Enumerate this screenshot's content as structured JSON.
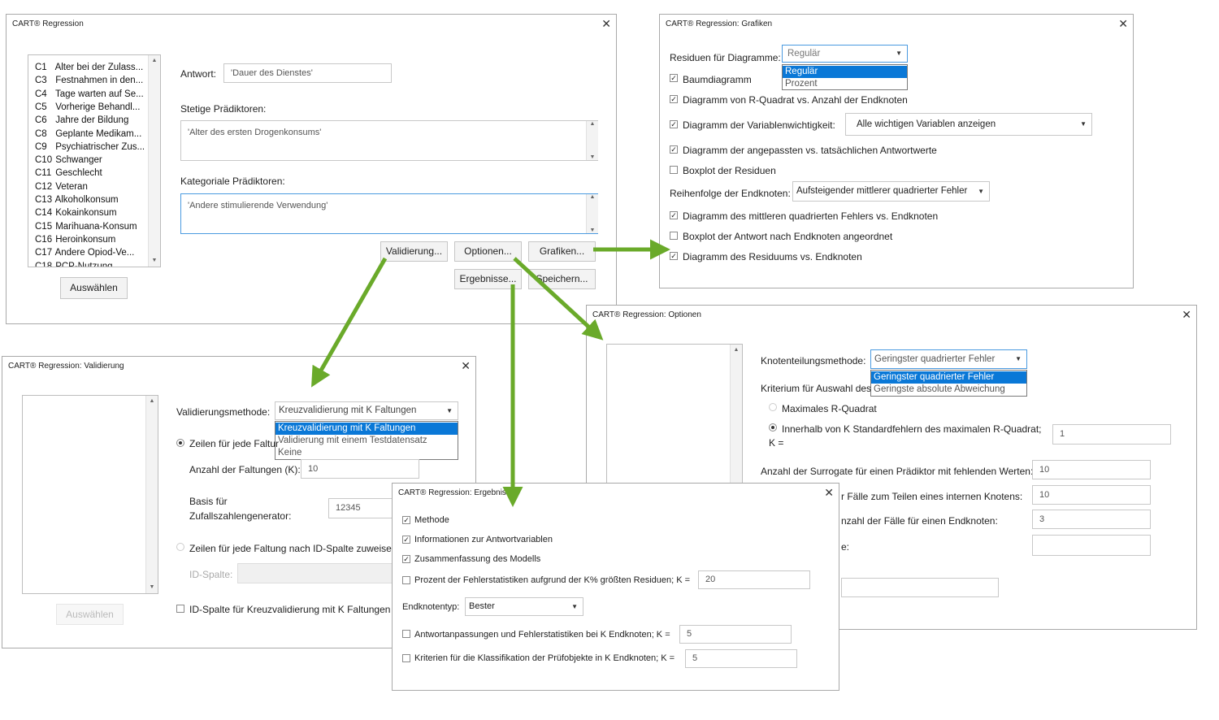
{
  "main": {
    "title": "CART® Regression",
    "variables": [
      {
        "code": "C1",
        "name": "Alter bei der Zulass..."
      },
      {
        "code": "C3",
        "name": "Festnahmen in den..."
      },
      {
        "code": "C4",
        "name": "Tage warten auf Se..."
      },
      {
        "code": "C5",
        "name": "Vorherige Behandl..."
      },
      {
        "code": "C6",
        "name": "Jahre der Bildung"
      },
      {
        "code": "C8",
        "name": "Geplante Medikam..."
      },
      {
        "code": "C9",
        "name": "Psychiatrischer Zus..."
      },
      {
        "code": "C10",
        "name": "Schwanger"
      },
      {
        "code": "C11",
        "name": "Geschlecht"
      },
      {
        "code": "C12",
        "name": "Veteran"
      },
      {
        "code": "C13",
        "name": "Alkoholkonsum"
      },
      {
        "code": "C14",
        "name": "Kokainkonsum"
      },
      {
        "code": "C15",
        "name": "Marihuana-Konsum"
      },
      {
        "code": "C16",
        "name": "Heroinkonsum"
      },
      {
        "code": "C17",
        "name": "Andere Opiod-Ve..."
      },
      {
        "code": "C18",
        "name": "PCP-Nutzung"
      }
    ],
    "select_button": "Auswählen",
    "response_label": "Antwort:",
    "response_value": "'Dauer des Dienstes'",
    "continuous_label": "Stetige Prädiktoren:",
    "continuous_value": "'Alter des ersten Drogenkonsums'",
    "categorical_label": "Kategoriale Prädiktoren:",
    "categorical_value": "'Andere stimulierende Verwendung'",
    "buttons": {
      "validation": "Validierung...",
      "options": "Optionen...",
      "graphs": "Grafiken...",
      "results": "Ergebnisse...",
      "storage": "Speichern..."
    }
  },
  "graphs": {
    "title": "CART® Regression: Grafiken",
    "residuals_label": "Residuen für Diagramme:",
    "residuals_value": "Regulär",
    "residuals_options": [
      "Regulär",
      "Prozent"
    ],
    "items": [
      {
        "label": "Baumdiagramm",
        "checked": true
      },
      {
        "label": "Diagramm von R-Quadrat vs. Anzahl der Endknoten",
        "checked": true
      },
      {
        "label": "Diagramm der Variablenwichtigkeit:",
        "checked": true
      },
      {
        "label": "Diagramm der angepassten vs. tatsächlichen Antwortwerte",
        "checked": true
      },
      {
        "label": "Boxplot der Residuen",
        "checked": false
      },
      {
        "label": "Diagramm des mittleren quadrierten Fehlers vs. Endknoten",
        "checked": true
      },
      {
        "label": "Boxplot der Antwort nach Endknoten angeordnet",
        "checked": false
      },
      {
        "label": "Diagramm des Residuums vs. Endknoten",
        "checked": true
      }
    ],
    "importance_value": "Alle wichtigen Variablen anzeigen",
    "order_label": "Reihenfolge der Endknoten:",
    "order_value": "Aufsteigender mittlerer quadrierter Fehler"
  },
  "options": {
    "title": "CART® Regression: Optionen",
    "split_label": "Knotenteilungsmethode:",
    "split_value": "Geringster quadrierter Fehler",
    "split_options": [
      "Geringster quadrierter Fehler",
      "Geringste absolute Abweichung"
    ],
    "criterion_label": "Kriterium für Auswahl des",
    "radio_max": "Maximales R-Quadrat",
    "radio_within": "Innerhalb von K Standardfehlern des maximalen R-Quadrat;",
    "radio_within_k": "K =",
    "within_value": "1",
    "surrogates_label": "Anzahl der Surrogate für einen Prädiktor mit fehlenden Werten:",
    "surrogates_value": "10",
    "min_split_label": "r Fälle zum Teilen eines internen Knotens:",
    "min_split_value": "10",
    "min_terminal_label": "nzahl der Fälle für einen Endknoten:",
    "min_terminal_value": "3",
    "partial_label": "e:"
  },
  "validation": {
    "title": "CART® Regression: Validierung",
    "method_label": "Validierungsmethode:",
    "method_value": "Kreuzvalidierung mit K Faltungen",
    "method_options": [
      "Kreuzvalidierung mit K Faltungen",
      "Validierung mit einem Testdatensatz",
      "Keine"
    ],
    "radio_rows": "Zeilen für jede Faltur",
    "folds_label": "Anzahl der Faltungen (K):",
    "folds_value": "10",
    "seed_label_1": "Basis für",
    "seed_label_2": "Zufallszahlengenerator:",
    "seed_value": "12345",
    "radio_id": "Zeilen für jede Faltung nach ID-Spalte zuweisen",
    "id_label": "ID-Spalte:",
    "select_button": "Auswählen",
    "id_check": "ID-Spalte für Kreuzvalidierung mit K Faltungen s"
  },
  "results": {
    "title": "CART® Regression: Ergebnisse",
    "method": "Methode",
    "response_info": "Informationen zur Antwortvariablen",
    "summary": "Zusammenfassung des Modells",
    "percent_label": "Prozent der Fehlerstatistiken aufgrund der K% größten Residuen; K =",
    "percent_value": "20",
    "node_type_label": "Endknotentyp:",
    "node_type_value": "Bester",
    "fits_label": "Antwortanpassungen und Fehlerstatistiken bei K Endknoten; K =",
    "fits_value": "5",
    "criteria_label": "Kriterien für die Klassifikation der Prüfobjekte in K Endknoten; K =",
    "criteria_value": "5"
  },
  "colors": {
    "arrow": "#6aaa2a",
    "highlight": "#0a78d7"
  },
  "icons": {
    "close": "close-icon",
    "check": "check-icon",
    "dropdown": "chevron-down-icon"
  }
}
